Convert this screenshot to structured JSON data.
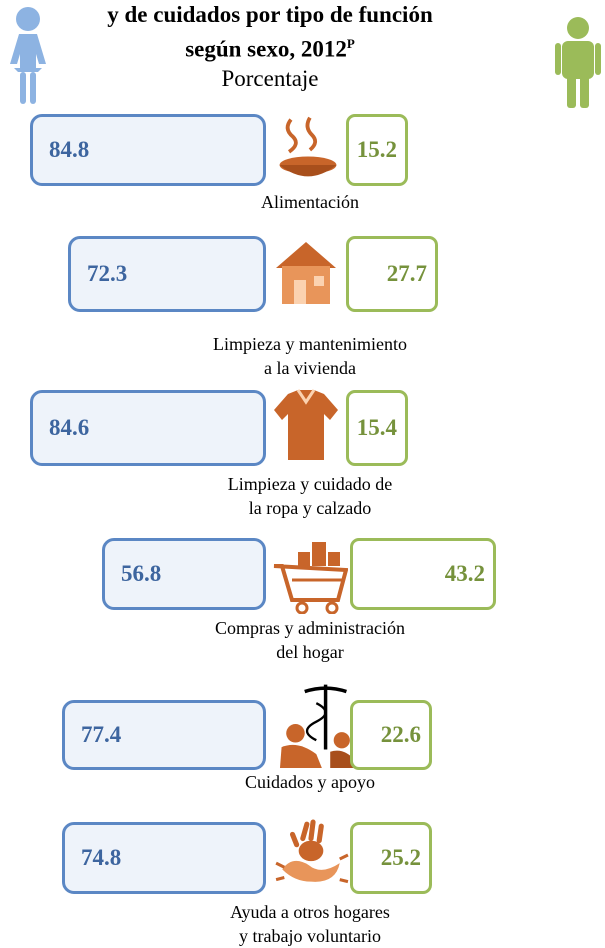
{
  "title": {
    "line1": "y de cuidados por tipo de función",
    "line2": "según sexo, 2012",
    "superscript": "P",
    "line3": "Porcentaje"
  },
  "colors": {
    "women": "#5b87c4",
    "men": "#9bbb59",
    "icons": "#c8652a"
  },
  "icons": [
    "woman-figure-icon",
    "man-figure-icon",
    "food-bowl-icon",
    "house-icon",
    "shirt-icon",
    "shopping-cart-icon",
    "caduceus-care-icon",
    "hands-icon"
  ],
  "chart_data": {
    "type": "bar",
    "categories": [
      "Alimentación",
      "Limpieza y mantenimiento a la vivienda",
      "Limpieza y cuidado de la ropa y calzado",
      "Compras y administración del hogar",
      "Cuidados y apoyo",
      "Ayuda a otros hogares y trabajo voluntario"
    ],
    "series": [
      {
        "values": [
          84.8,
          72.3,
          84.6,
          56.8,
          77.4,
          74.8
        ]
      },
      {
        "values": [
          15.2,
          27.7,
          15.4,
          43.2,
          22.6,
          25.2
        ]
      }
    ],
    "category_labels": [
      [
        "Alimentación"
      ],
      [
        "Limpieza y mantenimiento",
        "a la vivienda"
      ],
      [
        "Limpieza y cuidado de",
        "la ropa y calzado"
      ],
      [
        "Compras y administración",
        "del hogar"
      ],
      [
        "Cuidados y apoyo"
      ],
      [
        "Ayuda a otros hogares",
        "y trabajo voluntario"
      ]
    ],
    "value_labels_women": [
      "84.8",
      "72.3",
      "84.6",
      "56.8",
      "77.4",
      "74.8"
    ],
    "value_labels_men": [
      "15.2",
      "27.7",
      "15.4",
      "43.2",
      "22.6",
      "25.2"
    ]
  }
}
